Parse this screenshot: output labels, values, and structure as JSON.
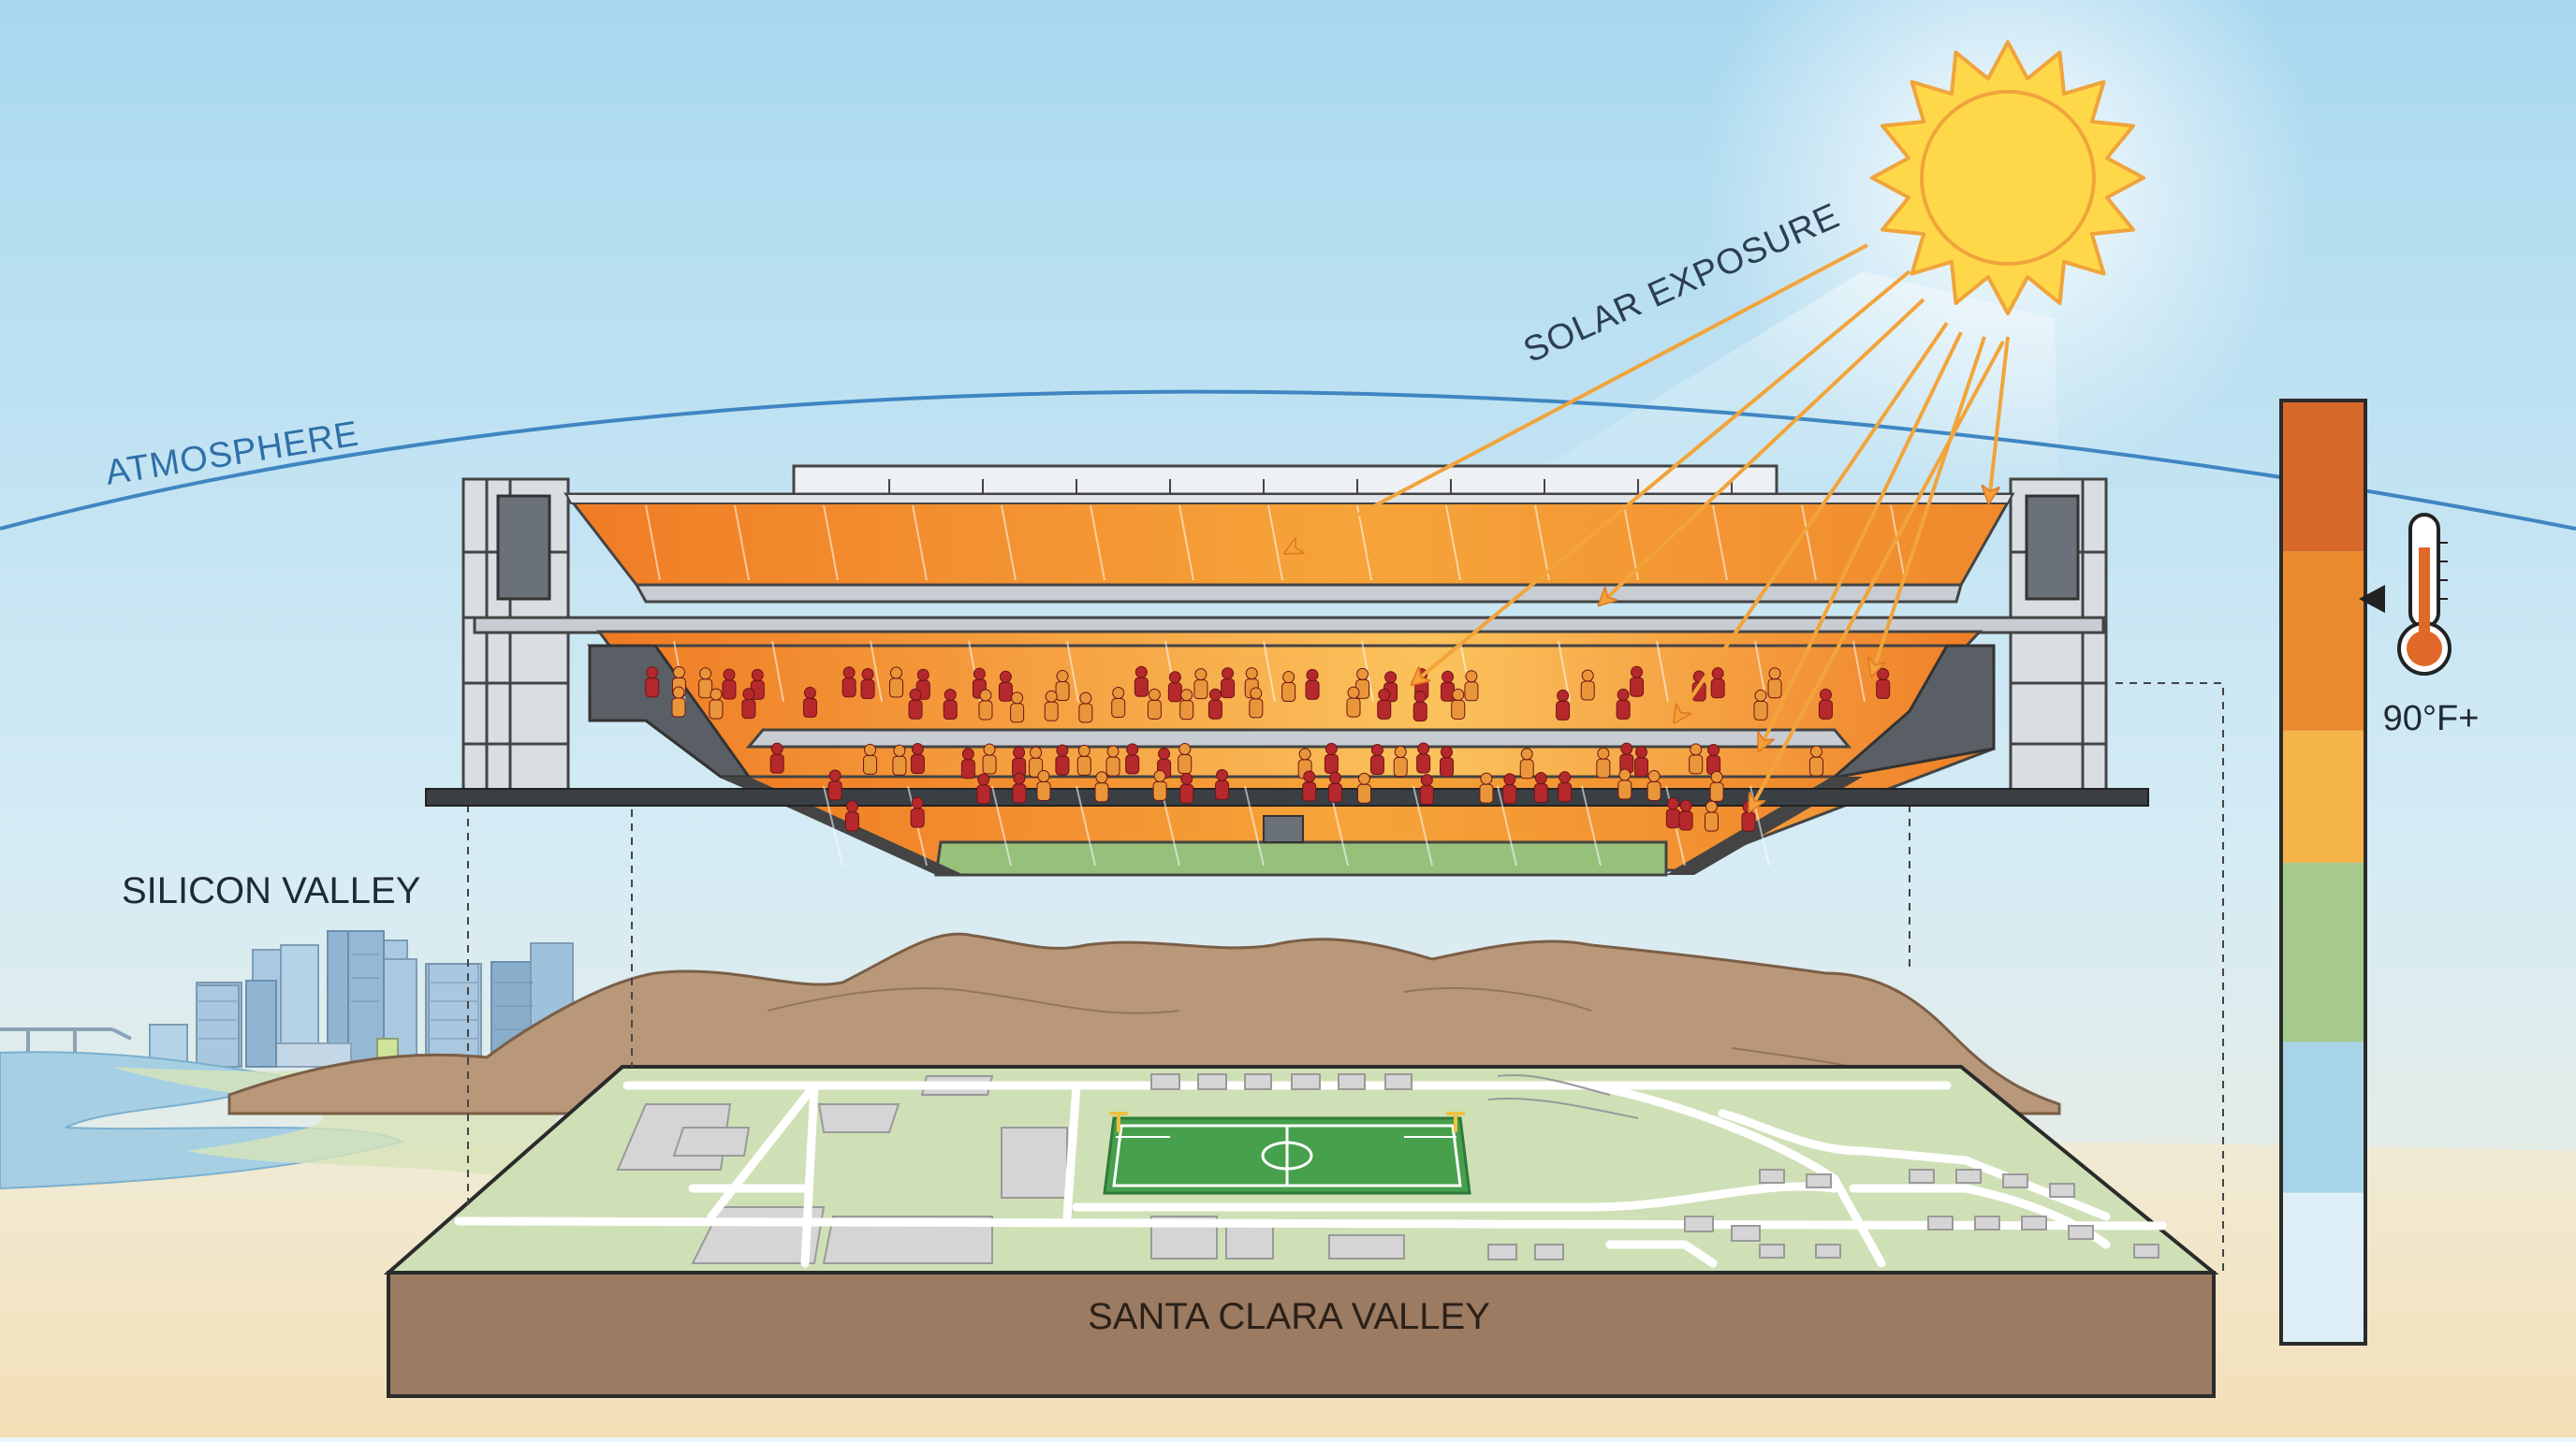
{
  "labels": {
    "atmosphere": "ATMOSPHERE",
    "solar_exposure": "SOLAR EXPOSURE",
    "silicon_valley": "SILICON VALLEY",
    "santa_clara_valley": "SANTA CLARA VALLEY",
    "temperature": "90°F+"
  },
  "icons": [
    "sun-icon",
    "thermometer-icon",
    "temperature-pointer-icon"
  ],
  "colors": {
    "sky_top": "#a9d8ef",
    "sky_bottom": "#eef6f0",
    "atmosphere_line": "#3f86c2",
    "sun": "#ffd84a",
    "sun_ray": "#f2a43a",
    "seat_hot": "#f28c2a",
    "crowd_red": "#b5282c",
    "crowd_orange": "#e9963a",
    "field_green": "#46a04c",
    "hills": "#b9987a",
    "soil": "#9c7b63",
    "scale": [
      "#d8692a",
      "#ea8a2e",
      "#f6b54b",
      "#a7c98e",
      "#a8d4e8",
      "#ddeef6"
    ]
  }
}
